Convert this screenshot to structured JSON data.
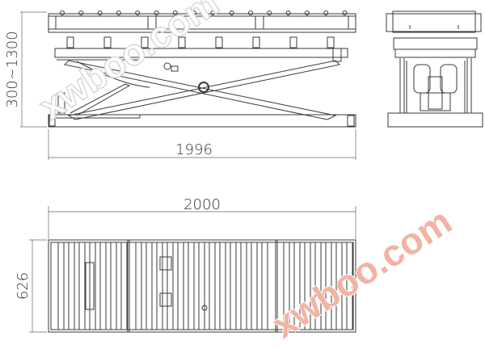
{
  "dimensions": {
    "height_range": "300~1300",
    "side_length": "1996",
    "plan_length": "2000",
    "plan_width": "626"
  },
  "watermarks": [
    "xwboo.com",
    "xwboo.com"
  ],
  "colors": {
    "line": "#3a3a3a",
    "watermark_top": "#e6e6e6",
    "watermark_bottom": "#f3b3a3"
  }
}
